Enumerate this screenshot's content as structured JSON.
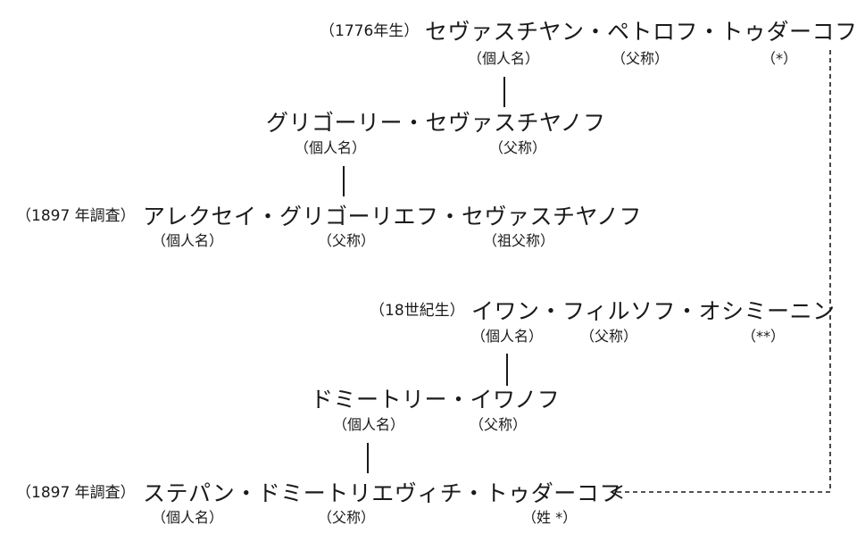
{
  "family1": {
    "ancestor": {
      "note": "（1776年生）",
      "name": "セヴァスチヤン・ペトロフ・トゥダーコフ",
      "labels": [
        "（個人名）",
        "（父称）",
        "（*）"
      ]
    },
    "son": {
      "name": "グリゴーリー・セヴァスチヤノフ",
      "labels": [
        "（個人名）",
        "（父称）"
      ]
    },
    "grandson": {
      "note": "（1897 年調査）",
      "name": "アレクセイ・グリゴーリエフ・セヴァスチヤノフ",
      "labels": [
        "（個人名）",
        "（父称）",
        "（祖父称）"
      ]
    }
  },
  "family2": {
    "ancestor": {
      "note": "（18世紀生）",
      "name": "イワン・フィルソフ・オシミーニン",
      "labels": [
        "（個人名）",
        "（父称）",
        "（**）"
      ]
    },
    "son": {
      "name": "ドミートリー・イワノフ",
      "labels": [
        "（個人名）",
        "（父称）"
      ]
    },
    "grandson": {
      "note": "（1897 年調査）",
      "name": "ステパン・ドミートリエヴィチ・トゥダーコフ",
      "labels": [
        "（個人名）",
        "（父称）",
        "（姓 *）"
      ]
    }
  }
}
